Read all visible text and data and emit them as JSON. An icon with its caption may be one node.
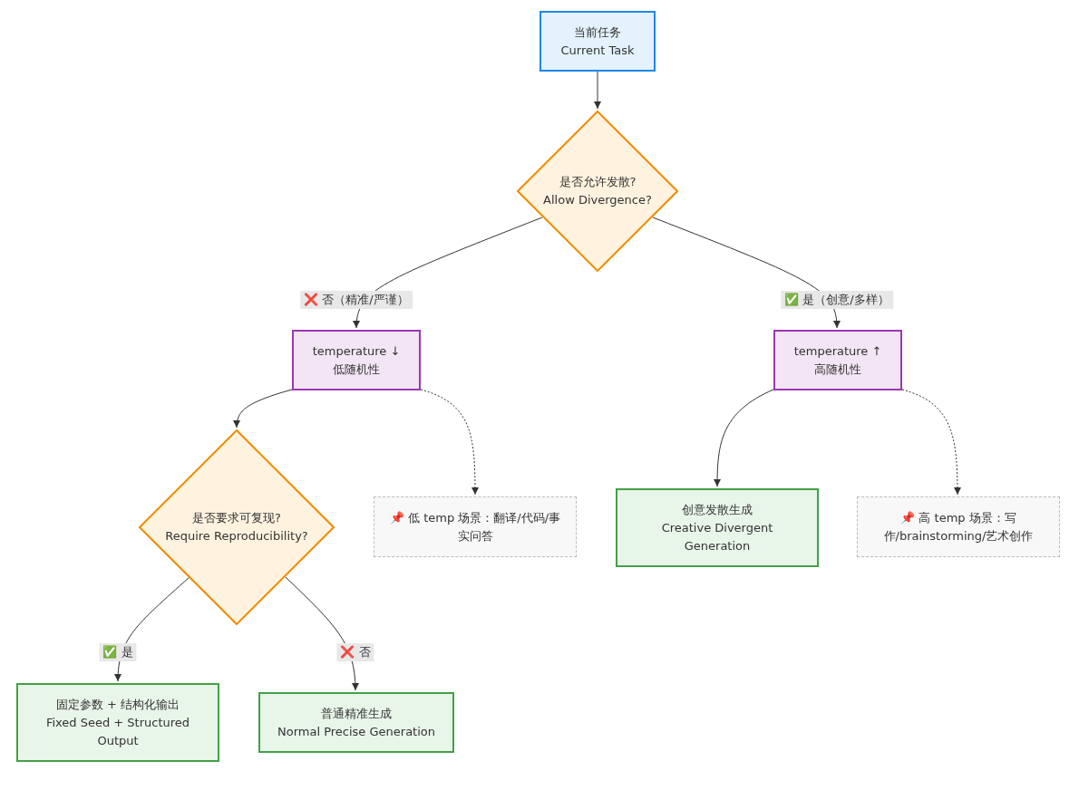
{
  "diagram": {
    "nodes": [
      {
        "text": [
          "当前任务",
          "Current Task"
        ]
      },
      {
        "text": [
          "是否允许发散?",
          "Allow Divergence?"
        ]
      },
      {
        "text": [
          "temperature ↓",
          "低随机性"
        ]
      },
      {
        "text": [
          "temperature ↑",
          "高随机性"
        ]
      },
      {
        "text": [
          "是否要求可复现?",
          "Require Reproducibility?"
        ]
      },
      {
        "text": [
          "📌 低 temp 场景：翻译/代码/事实问答"
        ]
      },
      {
        "text": [
          "创意发散生成",
          "Creative Divergent Generation"
        ]
      },
      {
        "text": [
          "📌 高 temp 场景：写作/brainstorming/艺术创作"
        ]
      },
      {
        "text": [
          "固定参数 + 结构化输出",
          "Fixed Seed + Structured Output"
        ]
      },
      {
        "text": [
          "普通精准生成",
          "Normal Precise Generation"
        ]
      }
    ],
    "edges": [
      {
        "from": 0,
        "to": 1,
        "arrow": "to"
      },
      {
        "from": 1,
        "to": 2,
        "arrow": "to",
        "label": "❌ 否（精准/严谨）"
      },
      {
        "from": 1,
        "to": 3,
        "arrow": "to",
        "label": "✅ 是（创意/多样）"
      },
      {
        "from": 2,
        "to": 4,
        "arrow": "to"
      },
      {
        "from": 2,
        "to": 5,
        "arrow": "to",
        "style": "dashed"
      },
      {
        "from": 3,
        "to": 6,
        "arrow": "to"
      },
      {
        "from": 3,
        "to": 7,
        "arrow": "to",
        "style": "dashed"
      },
      {
        "from": 4,
        "to": 8,
        "arrow": "to",
        "label": "✅ 是"
      },
      {
        "from": 4,
        "to": 9,
        "arrow": "to",
        "label": "❌ 否"
      }
    ]
  }
}
